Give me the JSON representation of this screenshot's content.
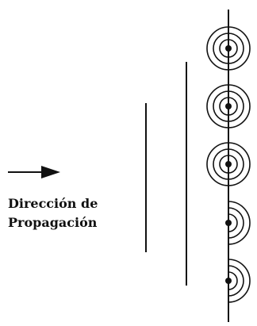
{
  "label": {
    "line1": "Dirección de",
    "line2": "Propagación"
  },
  "colors": {
    "stroke": "#111111",
    "background": "#ffffff"
  },
  "elements": {
    "arrow_icon": "arrow-right-icon",
    "full_sources": 3,
    "half_sources": 2,
    "wavefront_lines": 2
  }
}
